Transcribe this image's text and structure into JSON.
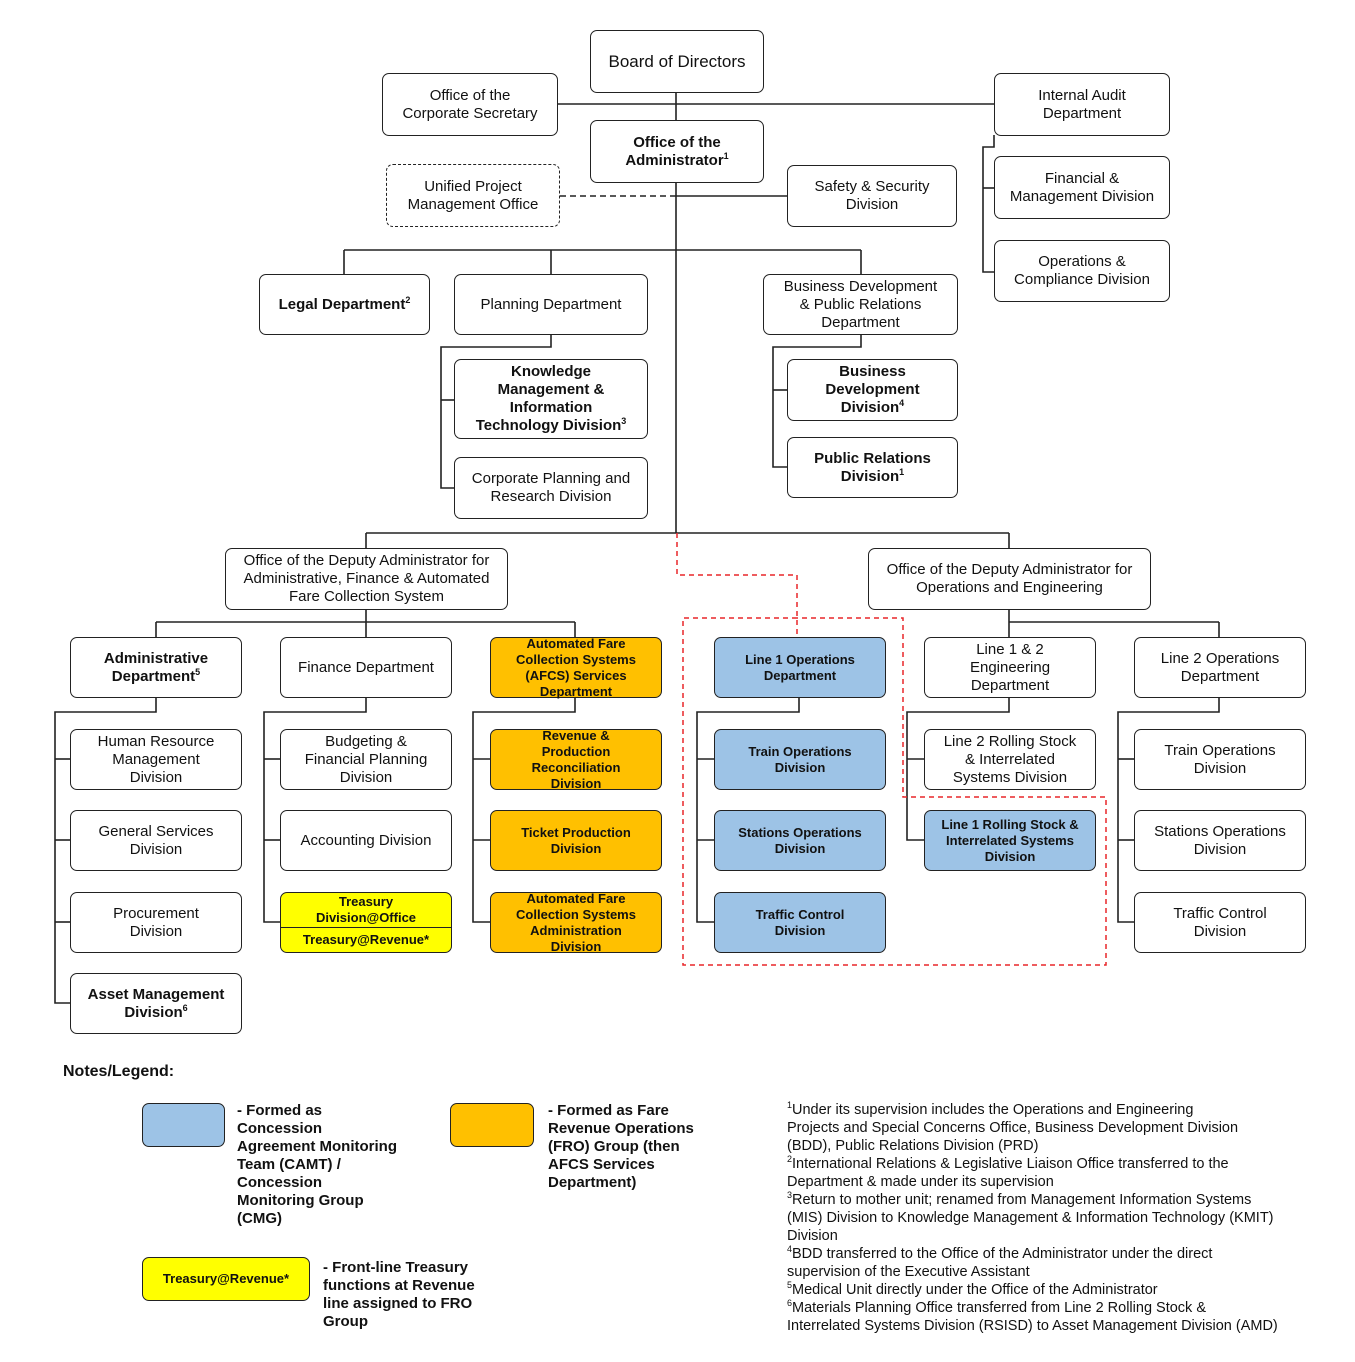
{
  "nodes": {
    "board": "Board of Directors",
    "corp_secretary": "Office of the\nCorporate Secretary",
    "internal_audit": "Internal Audit\nDepartment",
    "administrator": "Office of the\nAdministrator",
    "administrator_sup": "1",
    "upmo": "Unified Project\nManagement Office",
    "safety": "Safety & Security\nDivision",
    "fin_mgmt": "Financial &\nManagement Division",
    "ops_compliance": "Operations &\nCompliance Division",
    "legal": "Legal Department",
    "legal_sup": "2",
    "planning": "Planning Department",
    "bdpr": "Business Development\n& Public Relations\nDepartment",
    "kmit": "Knowledge\nManagement &\nInformation\nTechnology Division",
    "kmit_sup": "3",
    "corp_planning": "Corporate Planning and\nResearch Division",
    "bdd": "Business\nDevelopment\nDivision",
    "bdd_sup": "4",
    "prd": "Public Relations\nDivision",
    "prd_sup": "1",
    "dep_admin": "Office of the Deputy Administrator for\nAdministrative, Finance & Automated\nFare Collection System",
    "dep_ops": "Office of the Deputy Administrator for\nOperations and Engineering",
    "admin_dept": "Administrative\nDepartment",
    "admin_dept_sup": "5",
    "finance_dept": "Finance Department",
    "afcs_dept": "Automated Fare\nCollection Systems\n(AFCS) Services\nDepartment",
    "line1_ops": "Line 1 Operations\nDepartment",
    "line12_eng": "Line 1 & 2\nEngineering\nDepartment",
    "line2_ops": "Line 2 Operations\nDepartment",
    "hrm": "Human Resource\nManagement\nDivision",
    "general_services": "General Services\nDivision",
    "procurement": "Procurement\nDivision",
    "asset_mgmt": "Asset Management\nDivision",
    "asset_mgmt_sup": "6",
    "budgeting": "Budgeting &\nFinancial Planning\nDivision",
    "accounting": "Accounting Division",
    "treasury_top": "Treasury\nDivision@Office",
    "treasury_bot": "Treasury@Revenue*",
    "revenue_recon": "Revenue &\nProduction\nReconciliation\nDivision",
    "ticket_prod": "Ticket Production\nDivision",
    "afcs_admin": "Automated Fare\nCollection Systems\nAdministration\nDivision",
    "l1_train_ops": "Train Operations\nDivision",
    "l1_station_ops": "Stations Operations\nDivision",
    "l1_traffic": "Traffic Control\nDivision",
    "l2_rolling": "Line 2 Rolling Stock\n& Interrelated\nSystems Division",
    "l1_rolling": "Line 1 Rolling Stock &\nInterrelated Systems\nDivision",
    "l2_train_ops": "Train Operations\nDivision",
    "l2_station_ops": "Stations Operations\nDivision",
    "l2_traffic": "Traffic Control\nDivision"
  },
  "legend": {
    "heading": "Notes/Legend:",
    "blue_label": "- Formed as\nConcession\nAgreement Monitoring\nTeam (CAMT) /\nConcession\nMonitoring Group\n(CMG)",
    "orange_label": "- Formed as Fare\nRevenue Operations\n(FRO) Group (then\nAFCS Services\nDepartment)",
    "yellow_box": "Treasury@Revenue*",
    "yellow_label": "- Front-line Treasury\nfunctions at Revenue\nline assigned to FRO\nGroup",
    "colors": {
      "blue": "#9dc3e6",
      "orange": "#ffc000",
      "yellow": "#ffff00",
      "red_dashed": "#e8262a"
    }
  },
  "notes": [
    {
      "sup": "1",
      "text": "Under its supervision includes the Operations and Engineering\nProjects and Special Concerns Office, Business Development Division\n(BDD), Public Relations Division (PRD)"
    },
    {
      "sup": "2",
      "text": "International Relations & Legislative Liaison Office transferred to the\nDepartment & made under its supervision"
    },
    {
      "sup": "3",
      "text": "Return to mother unit; renamed from Management Information Systems\n(MIS) Division to Knowledge Management & Information Technology (KMIT)\nDivision"
    },
    {
      "sup": "4",
      "text": "BDD transferred to the Office of the Administrator under the direct\nsupervision of the Executive Assistant"
    },
    {
      "sup": "5",
      "text": "Medical Unit directly under the Office of the Administrator"
    },
    {
      "sup": "6",
      "text": "Materials Planning Office transferred from Line 2 Rolling Stock &\nInterrelated Systems Division (RSISD) to Asset Management Division (AMD)"
    }
  ]
}
